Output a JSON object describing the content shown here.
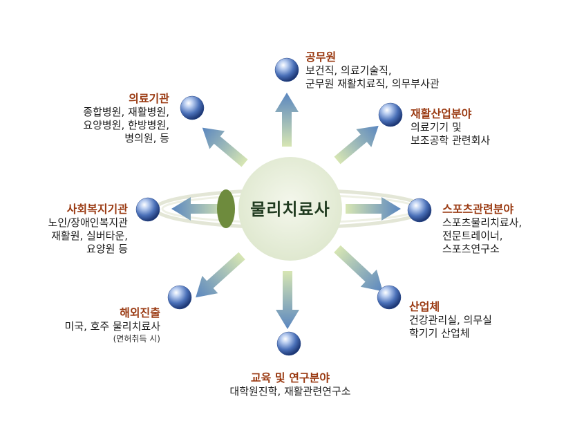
{
  "center": {
    "label": "물리치료사"
  },
  "nodes": {
    "public": {
      "title": "공무원",
      "lines": [
        "보건직, 의료기술직,",
        "군무원 재활치료직, 의무부사관"
      ]
    },
    "rehab": {
      "title": "재활산업분야",
      "lines": [
        "의료기기 및",
        "보조공학 관련회사"
      ]
    },
    "sports": {
      "title": "스포츠관련분야",
      "lines": [
        "스포츠물리치료사,",
        "전문트레이너,",
        "스포츠연구소"
      ]
    },
    "industry": {
      "title": "산업체",
      "lines": [
        "건강관리실, 의무실",
        "학기기 산업체"
      ]
    },
    "edu": {
      "title": "교육 및 연구분야",
      "lines": [
        "대학원진학, 재활관련연구소"
      ]
    },
    "abroad": {
      "title": "해외진출",
      "lines": [
        "미국, 호주 물리치료사"
      ],
      "note": "(면허취득 시)"
    },
    "welfare": {
      "title": "사회복지기관",
      "lines": [
        "노인/장애인복지관",
        "재활원, 실버타운,",
        "요양원 등"
      ]
    },
    "medical": {
      "title": "의료기관",
      "lines": [
        "종합병원, 재활병원,",
        "요양병원, 한방병원,",
        "병의원, 등"
      ]
    }
  },
  "colors": {
    "title": "#9a3a12",
    "center": "#e6edd8",
    "ellipse": "#6e8b3d",
    "sphere": "#3d63a8"
  },
  "icons": {
    "node": "blue-sphere-icon",
    "connector": "gradient-arrow-icon"
  }
}
